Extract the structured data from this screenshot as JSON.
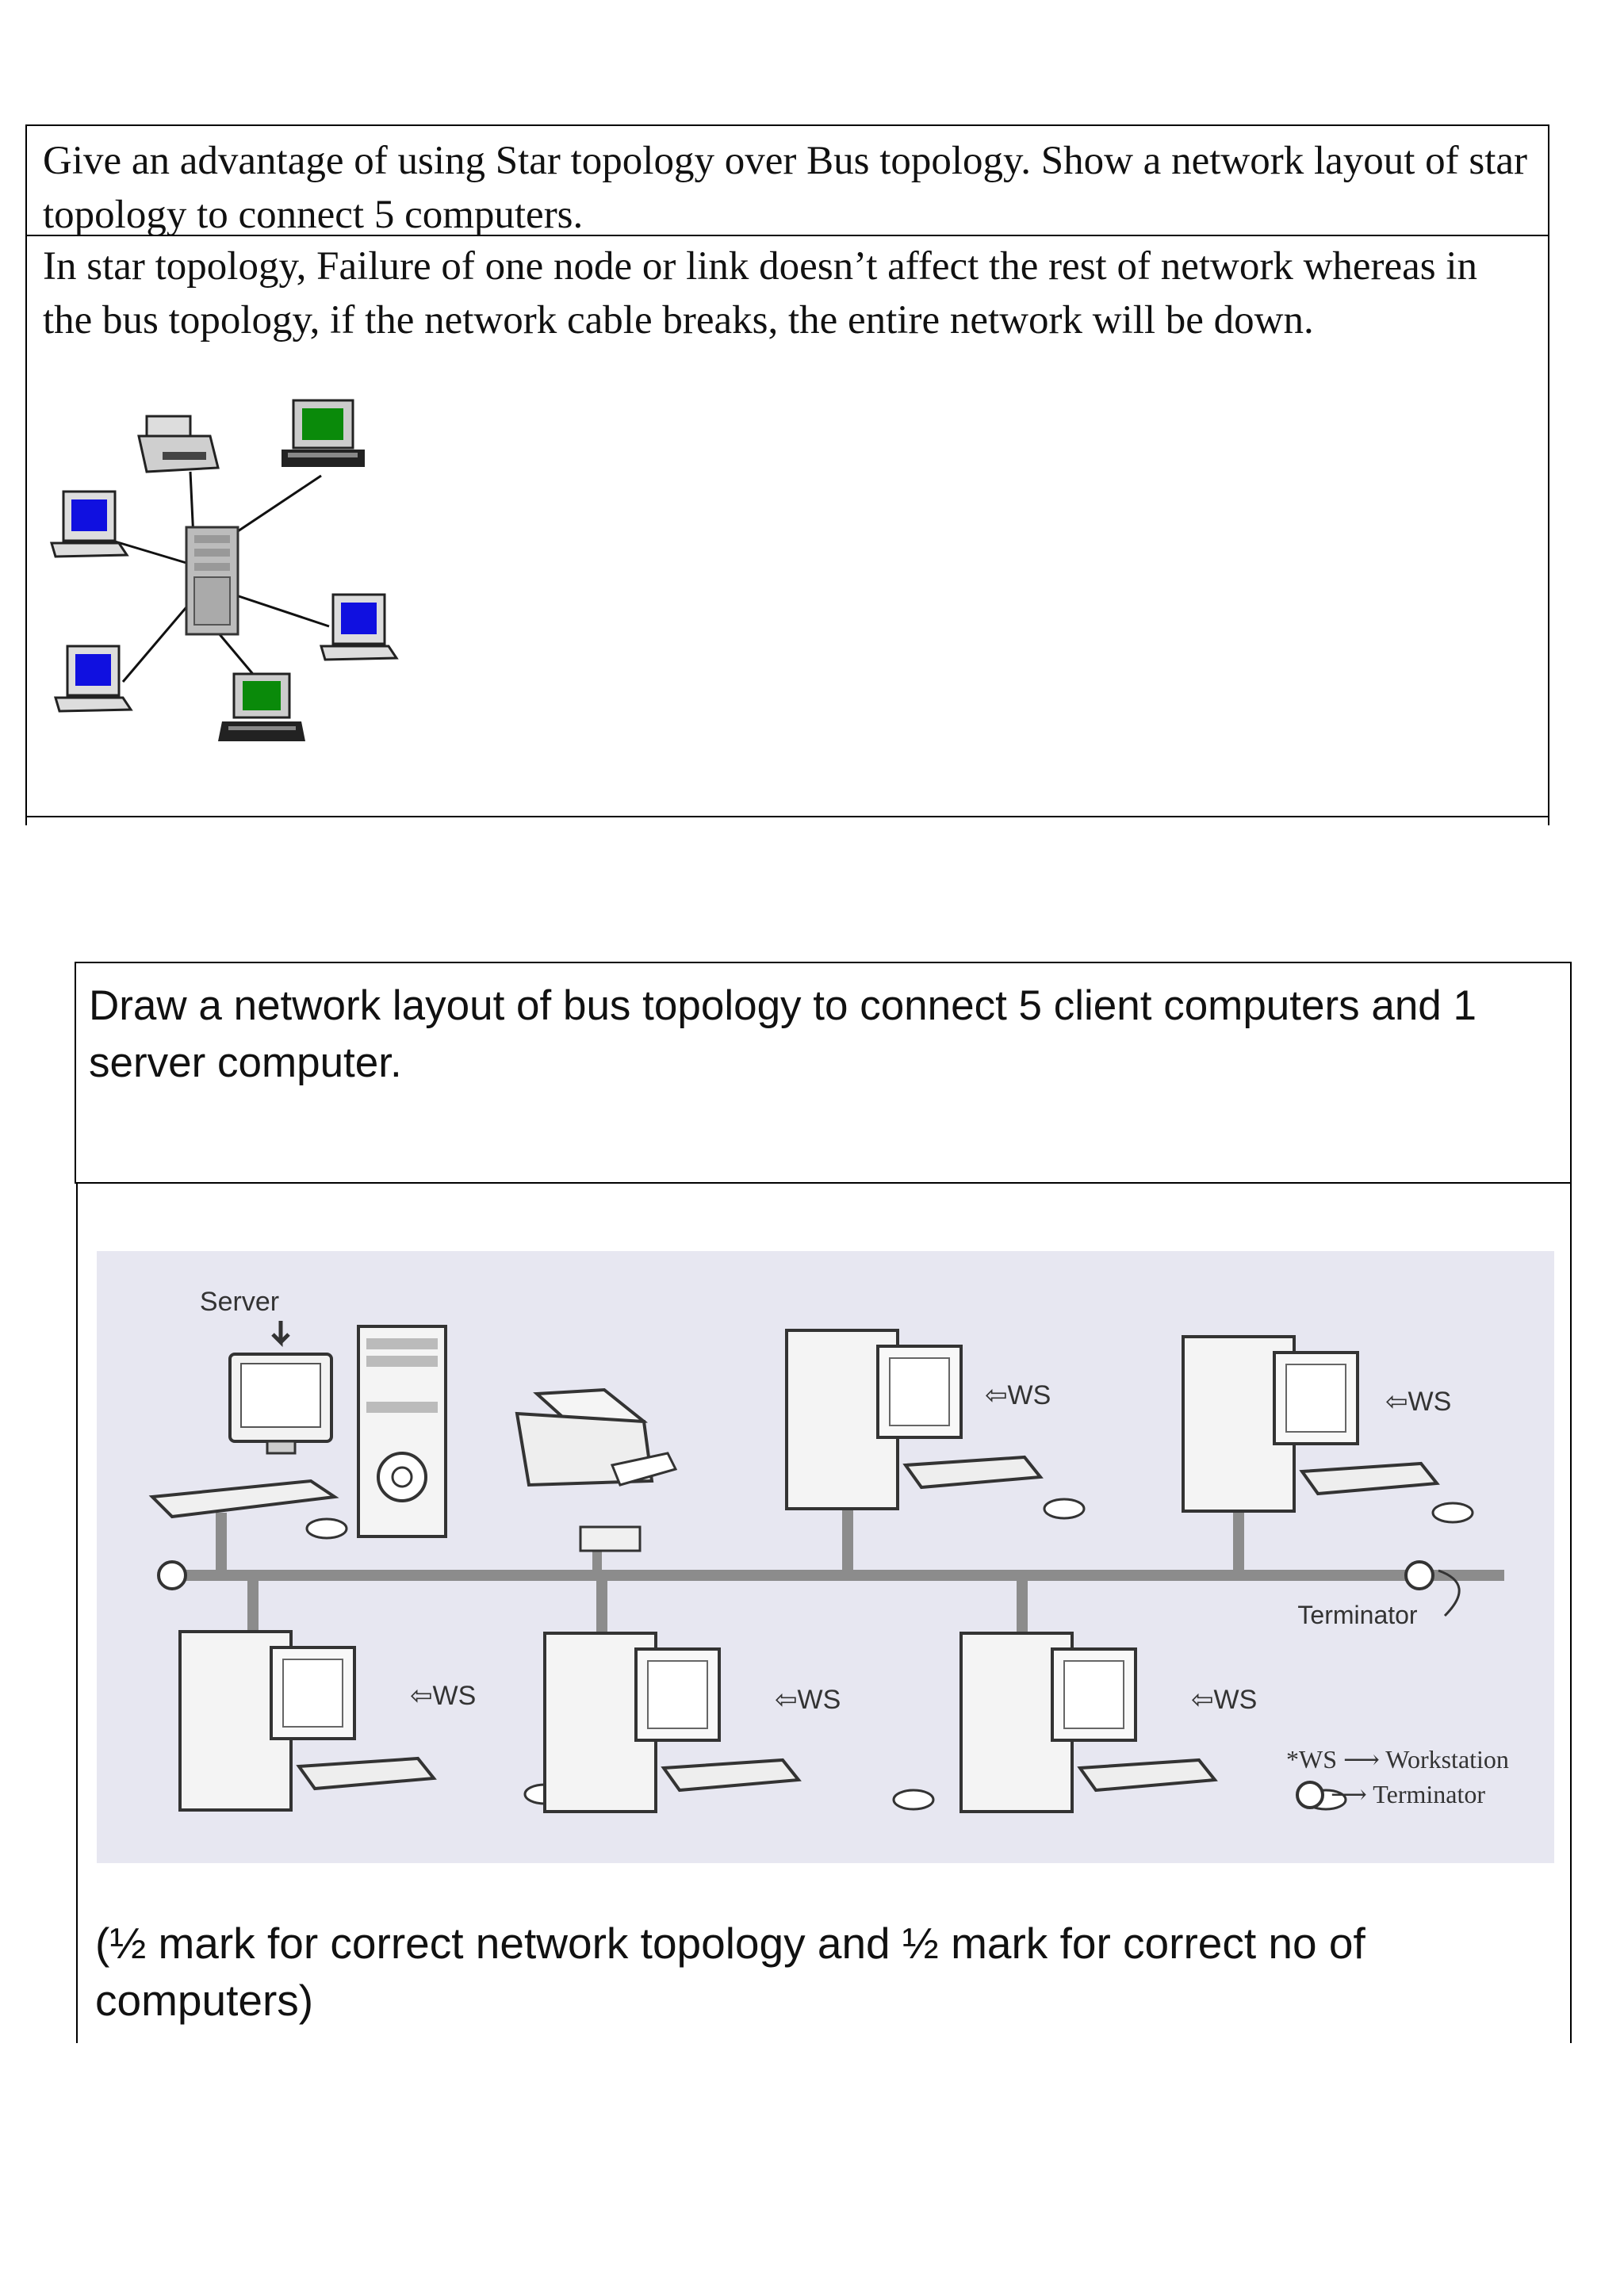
{
  "q1": {
    "question": "Give an advantage of using Star topology over Bus topology. Show a network layout of star topology to connect 5 computers.",
    "answer": "In star topology, Failure of one node or link doesn’t affect the rest of network whereas in the bus topology, if the network cable breaks, the entire network will be down."
  },
  "q2": {
    "question": "Draw a network layout of bus topology to connect 5 client computers and 1 server computer.",
    "note": "(½ mark for correct  network topology and ½ mark for correct  no of computers)",
    "diagram": {
      "server_label": "Server",
      "ws_label": "⇦WS",
      "terminator_label": "Terminator",
      "legend_ws": "*WS ⟶ Workstation",
      "legend_term": "⟶ Terminator"
    }
  },
  "colors": {
    "monitor_blue": "#1010e0",
    "monitor_green": "#0a8a0a",
    "diagram_bg": "#e7e7f1"
  }
}
